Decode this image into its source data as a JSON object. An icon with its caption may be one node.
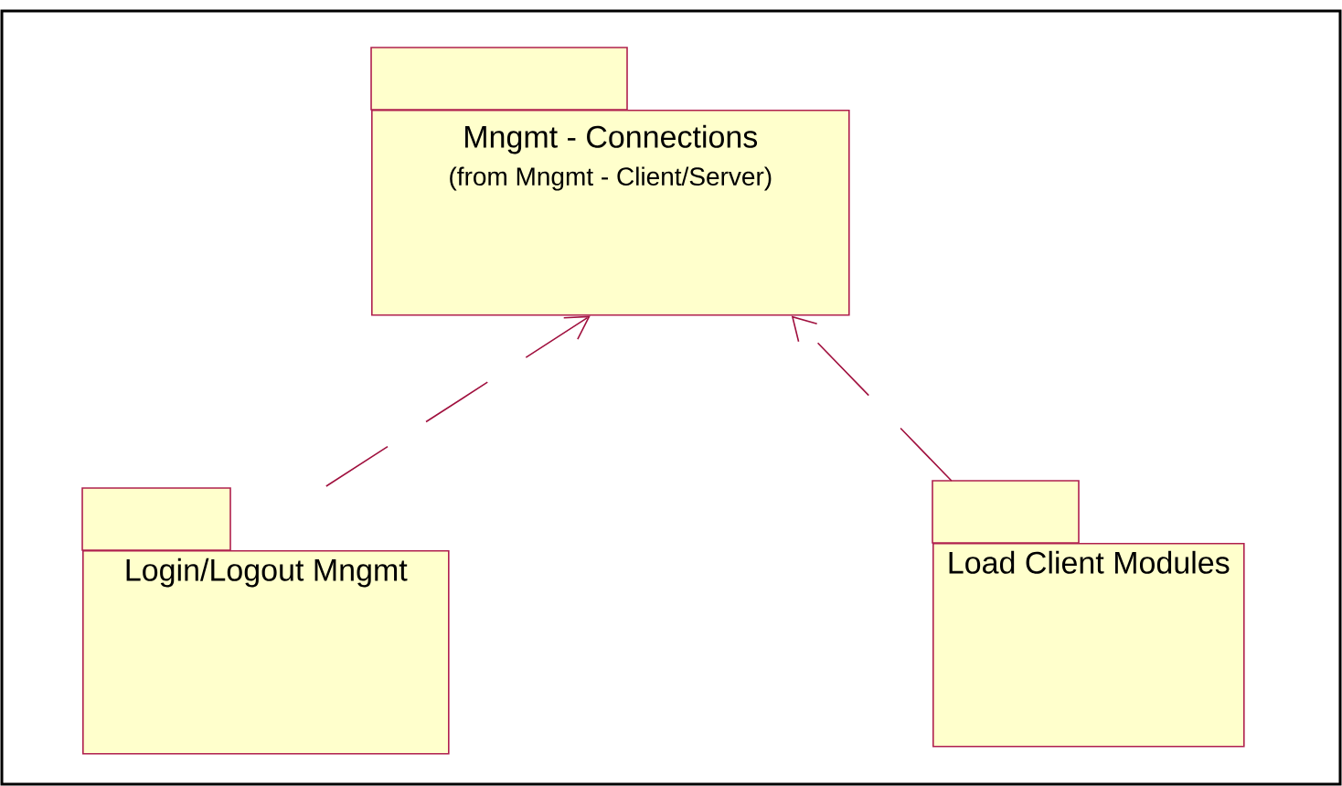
{
  "diagram": {
    "nodes": [
      {
        "text": [
          "Mngmt - Connections",
          "(from Mngmt - Client/Server)"
        ]
      },
      {
        "text": [
          "Login/Logout Mngmt"
        ]
      },
      {
        "text": [
          "Load Client Modules"
        ]
      }
    ],
    "edges": [
      {
        "from": 1,
        "to": 0,
        "arrow": "to",
        "style": "dashed"
      },
      {
        "from": 2,
        "to": 0,
        "arrow": "to",
        "style": "dashed"
      }
    ]
  }
}
